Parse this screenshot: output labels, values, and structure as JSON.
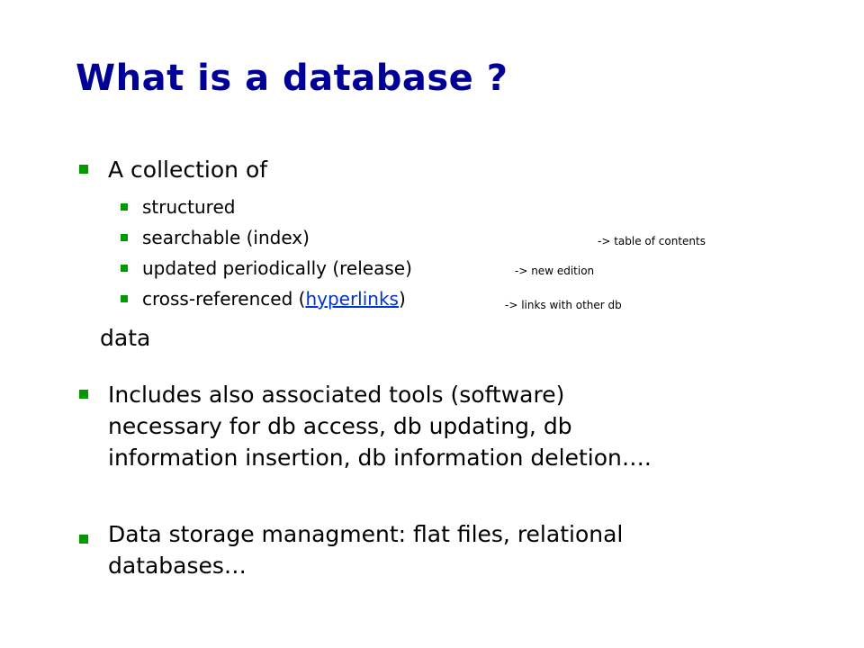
{
  "slide": {
    "title": "What is a database ?",
    "bullets": [
      {
        "text": "A collection of",
        "subitems": [
          {
            "text": "structured",
            "note": ""
          },
          {
            "text": "searchable (index)",
            "note": "-> table of contents"
          },
          {
            "text": "updated periodically (release)",
            "note": "-> new edition"
          },
          {
            "text_before": "cross-referenced (",
            "link": "hyperlinks",
            "text_after": ")",
            "note": "-> links with other db"
          }
        ],
        "tail": "data"
      },
      {
        "lines": [
          "Includes also associated tools (software)",
          "necessary for db access, db updating, db",
          "information insertion, db information deletion…."
        ]
      },
      {
        "lines": [
          "Data storage managment: flat files, relational",
          "databases…"
        ]
      }
    ]
  },
  "colors": {
    "title": "#000099",
    "bullet": "#009900",
    "link": "#0033cc"
  }
}
